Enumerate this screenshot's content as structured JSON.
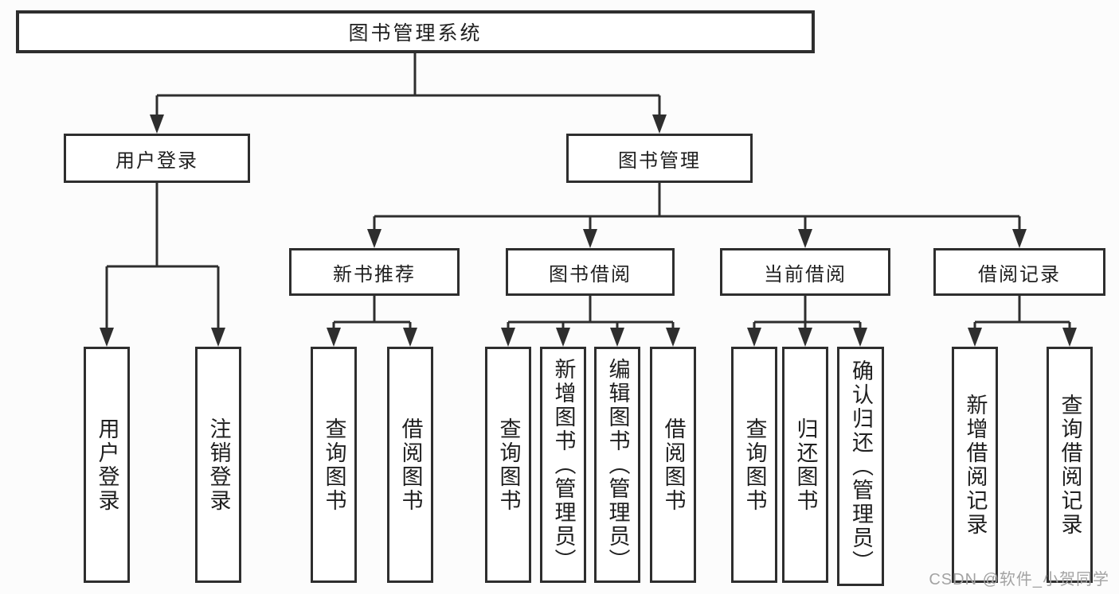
{
  "diagram": {
    "title": "图书管理系统",
    "root": {
      "label": "图书管理系统"
    },
    "branches": [
      {
        "label": "用户登录",
        "children": [
          {
            "label": "用户登录"
          },
          {
            "label": "注销登录"
          }
        ]
      },
      {
        "label": "图书管理",
        "children": [
          {
            "label": "新书推荐",
            "children": [
              {
                "label": "查询图书"
              },
              {
                "label": "借阅图书"
              }
            ]
          },
          {
            "label": "图书借阅",
            "children": [
              {
                "label": "查询图书"
              },
              {
                "label": "新增图书（管理员）"
              },
              {
                "label": "编辑图书（管理员）"
              },
              {
                "label": "借阅图书"
              }
            ]
          },
          {
            "label": "当前借阅",
            "children": [
              {
                "label": "查询图书"
              },
              {
                "label": "归还图书"
              },
              {
                "label": "确认归还（管理员）"
              }
            ]
          },
          {
            "label": "借阅记录",
            "children": [
              {
                "label": "新增借阅记录"
              },
              {
                "label": "查询借阅记录"
              }
            ]
          }
        ]
      }
    ]
  },
  "watermark": "CSDN @软件_小贺同学",
  "colors": {
    "line": "#2e2e2e",
    "text": "#1f1f1f",
    "background": "#fcfcfc",
    "box-bg": "#ffffff",
    "watermark": "#a3a3a3"
  }
}
